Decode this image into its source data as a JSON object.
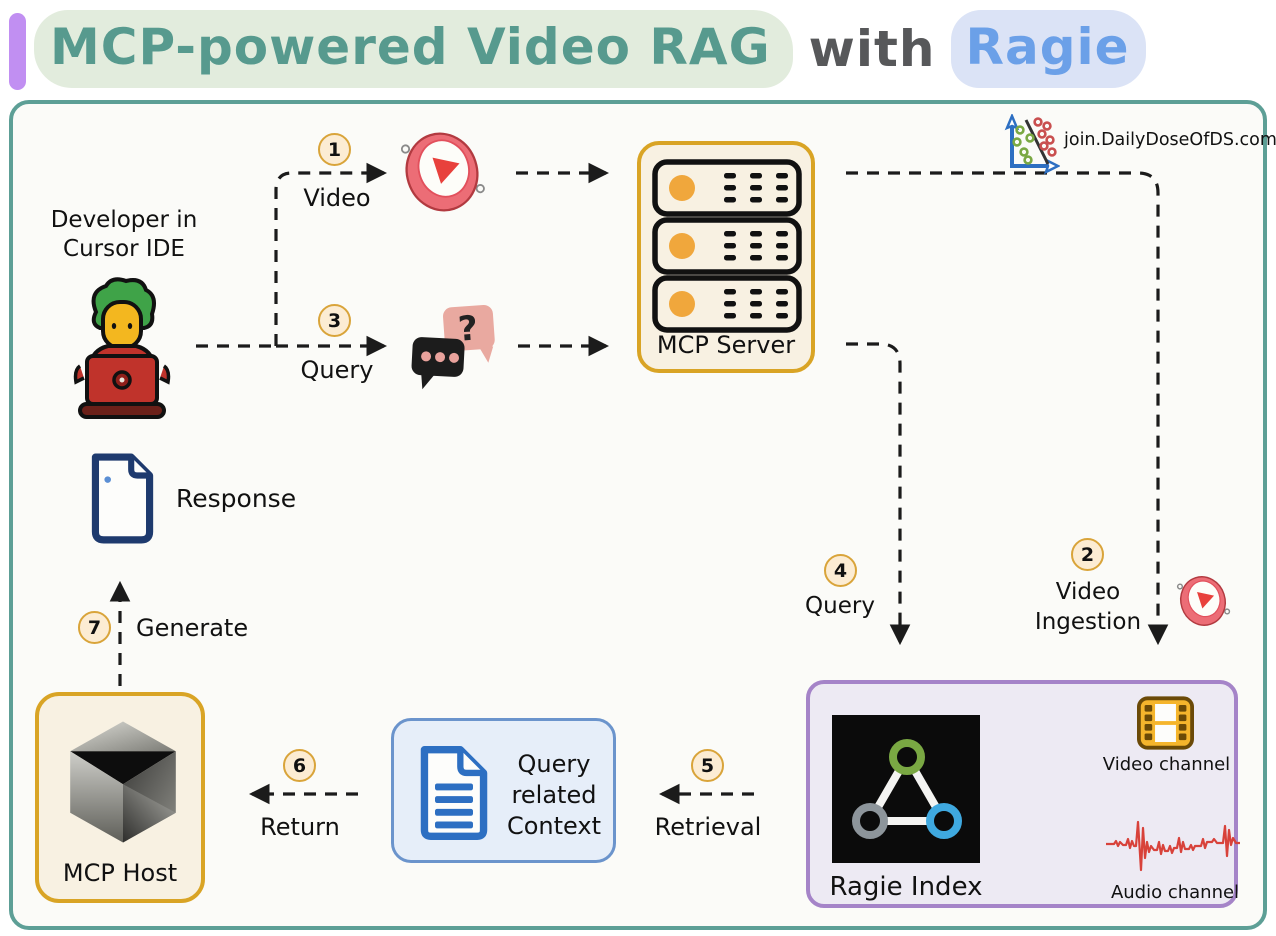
{
  "title": {
    "part1": "MCP-powered Video RAG",
    "part2": "with",
    "part3": "Ragie"
  },
  "watermark": "join.DailyDoseOfDS.com",
  "developer": {
    "line1": "Developer in",
    "line2": "Cursor IDE"
  },
  "steps": {
    "s1": {
      "num": "1",
      "label": "Video"
    },
    "s2": {
      "num": "2",
      "label1": "Video",
      "label2": "Ingestion"
    },
    "s3": {
      "num": "3",
      "label": "Query"
    },
    "s4": {
      "num": "4",
      "label": "Query"
    },
    "s5": {
      "num": "5",
      "label": "Retrieval"
    },
    "s6": {
      "num": "6",
      "label": "Return"
    },
    "s7": {
      "num": "7",
      "label": "Generate"
    }
  },
  "nodes": {
    "mcp_server": "MCP Server",
    "mcp_host": "MCP Host",
    "ragie_index": "Ragie Index",
    "video_channel": "Video channel",
    "audio_channel": "Audio channel",
    "response": "Response",
    "context_line1": "Query",
    "context_line2": "related",
    "context_line3": "Context"
  },
  "icons": {
    "video_play": "video-play-icon",
    "chat": "chat-question-icon",
    "server": "server-rack-icon",
    "cube": "mcp-host-cube-icon",
    "ragie_logo": "ragie-triangle-logo",
    "film": "film-strip-icon",
    "waveform": "audio-waveform-icon",
    "document": "document-icon",
    "response_doc": "response-document-icon",
    "scatter": "scatter-plot-icon",
    "developer": "developer-at-laptop-icon"
  },
  "colors": {
    "frame_teal": "#5d9f96",
    "title_teal": "#579a8e",
    "title_highlight_green": "#e2ecdd",
    "title_blue": "#6ba0e8",
    "title_highlight_blue": "#dbe3f6",
    "title_bar_purple": "#c18ff2",
    "gold_border": "#d9a425",
    "cream_fill": "#f8f1e2",
    "purple_border": "#a584c8",
    "purple_fill": "#edeaf3",
    "blue_border": "#6b94cc",
    "blue_fill": "#e6eef9",
    "badge_fill": "#fcecd3",
    "badge_border": "#d9a43a",
    "doc_blue": "#2d6fc2",
    "response_navy": "#1e3a6e",
    "audio_red": "#d8423a",
    "play_red": "#e8413c",
    "server_dot_orange": "#f0a73c",
    "ragie_green": "#7aa843",
    "ragie_gray": "#8d959b",
    "ragie_blue": "#3fa9e0"
  }
}
